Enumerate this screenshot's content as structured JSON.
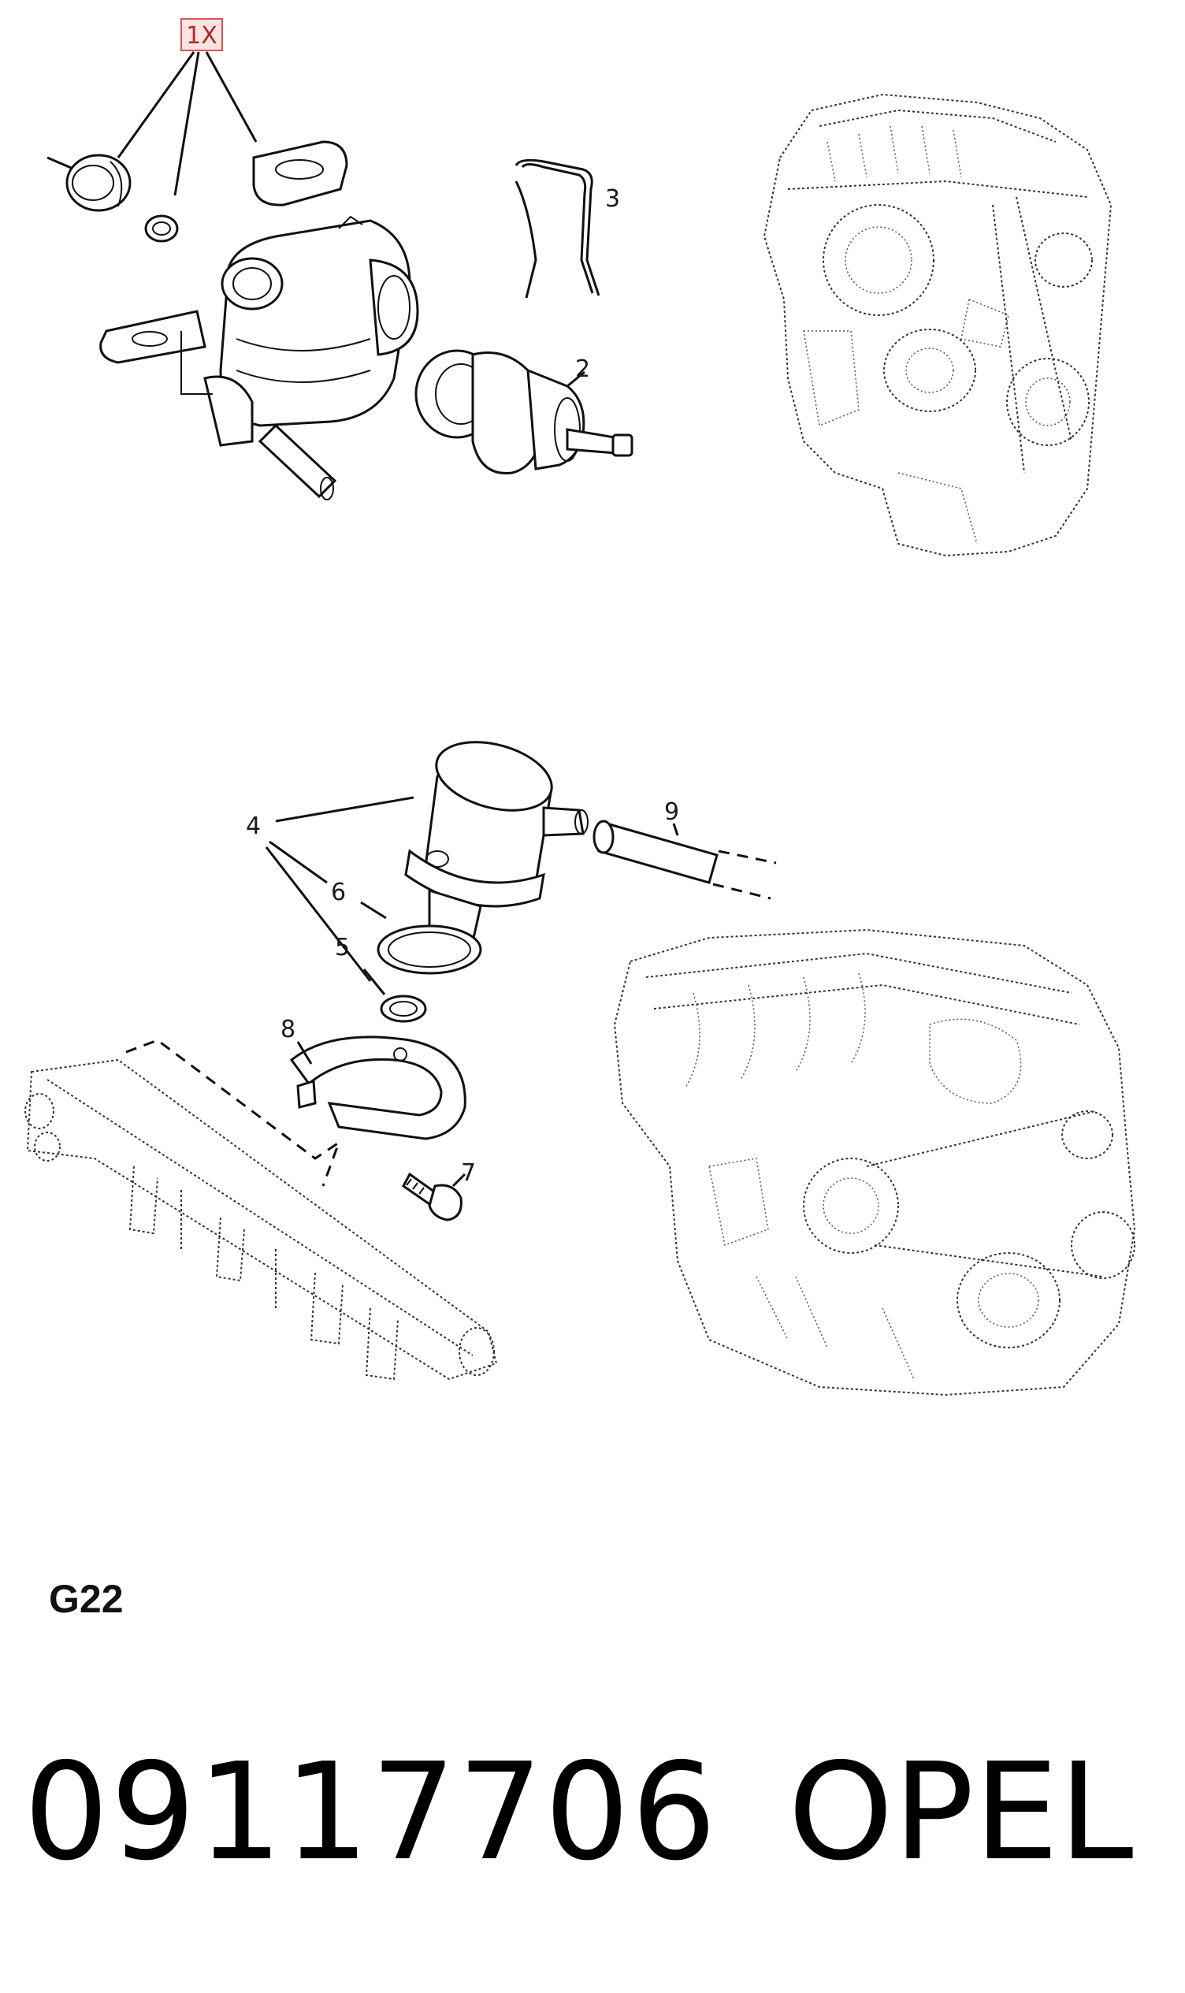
{
  "callouts": {
    "qty_badge": "1X",
    "c2": "2",
    "c3": "3",
    "c4": "4",
    "c5": "5",
    "c6": "6",
    "c7": "7",
    "c8": "8",
    "c9": "9"
  },
  "diagram_code": "G22",
  "footer": {
    "part_number": "09117706",
    "brand": "OPEL"
  },
  "colors": {
    "badge_border": "#d9534f",
    "badge_fill": "#fbe3e3",
    "line": "#111111"
  }
}
